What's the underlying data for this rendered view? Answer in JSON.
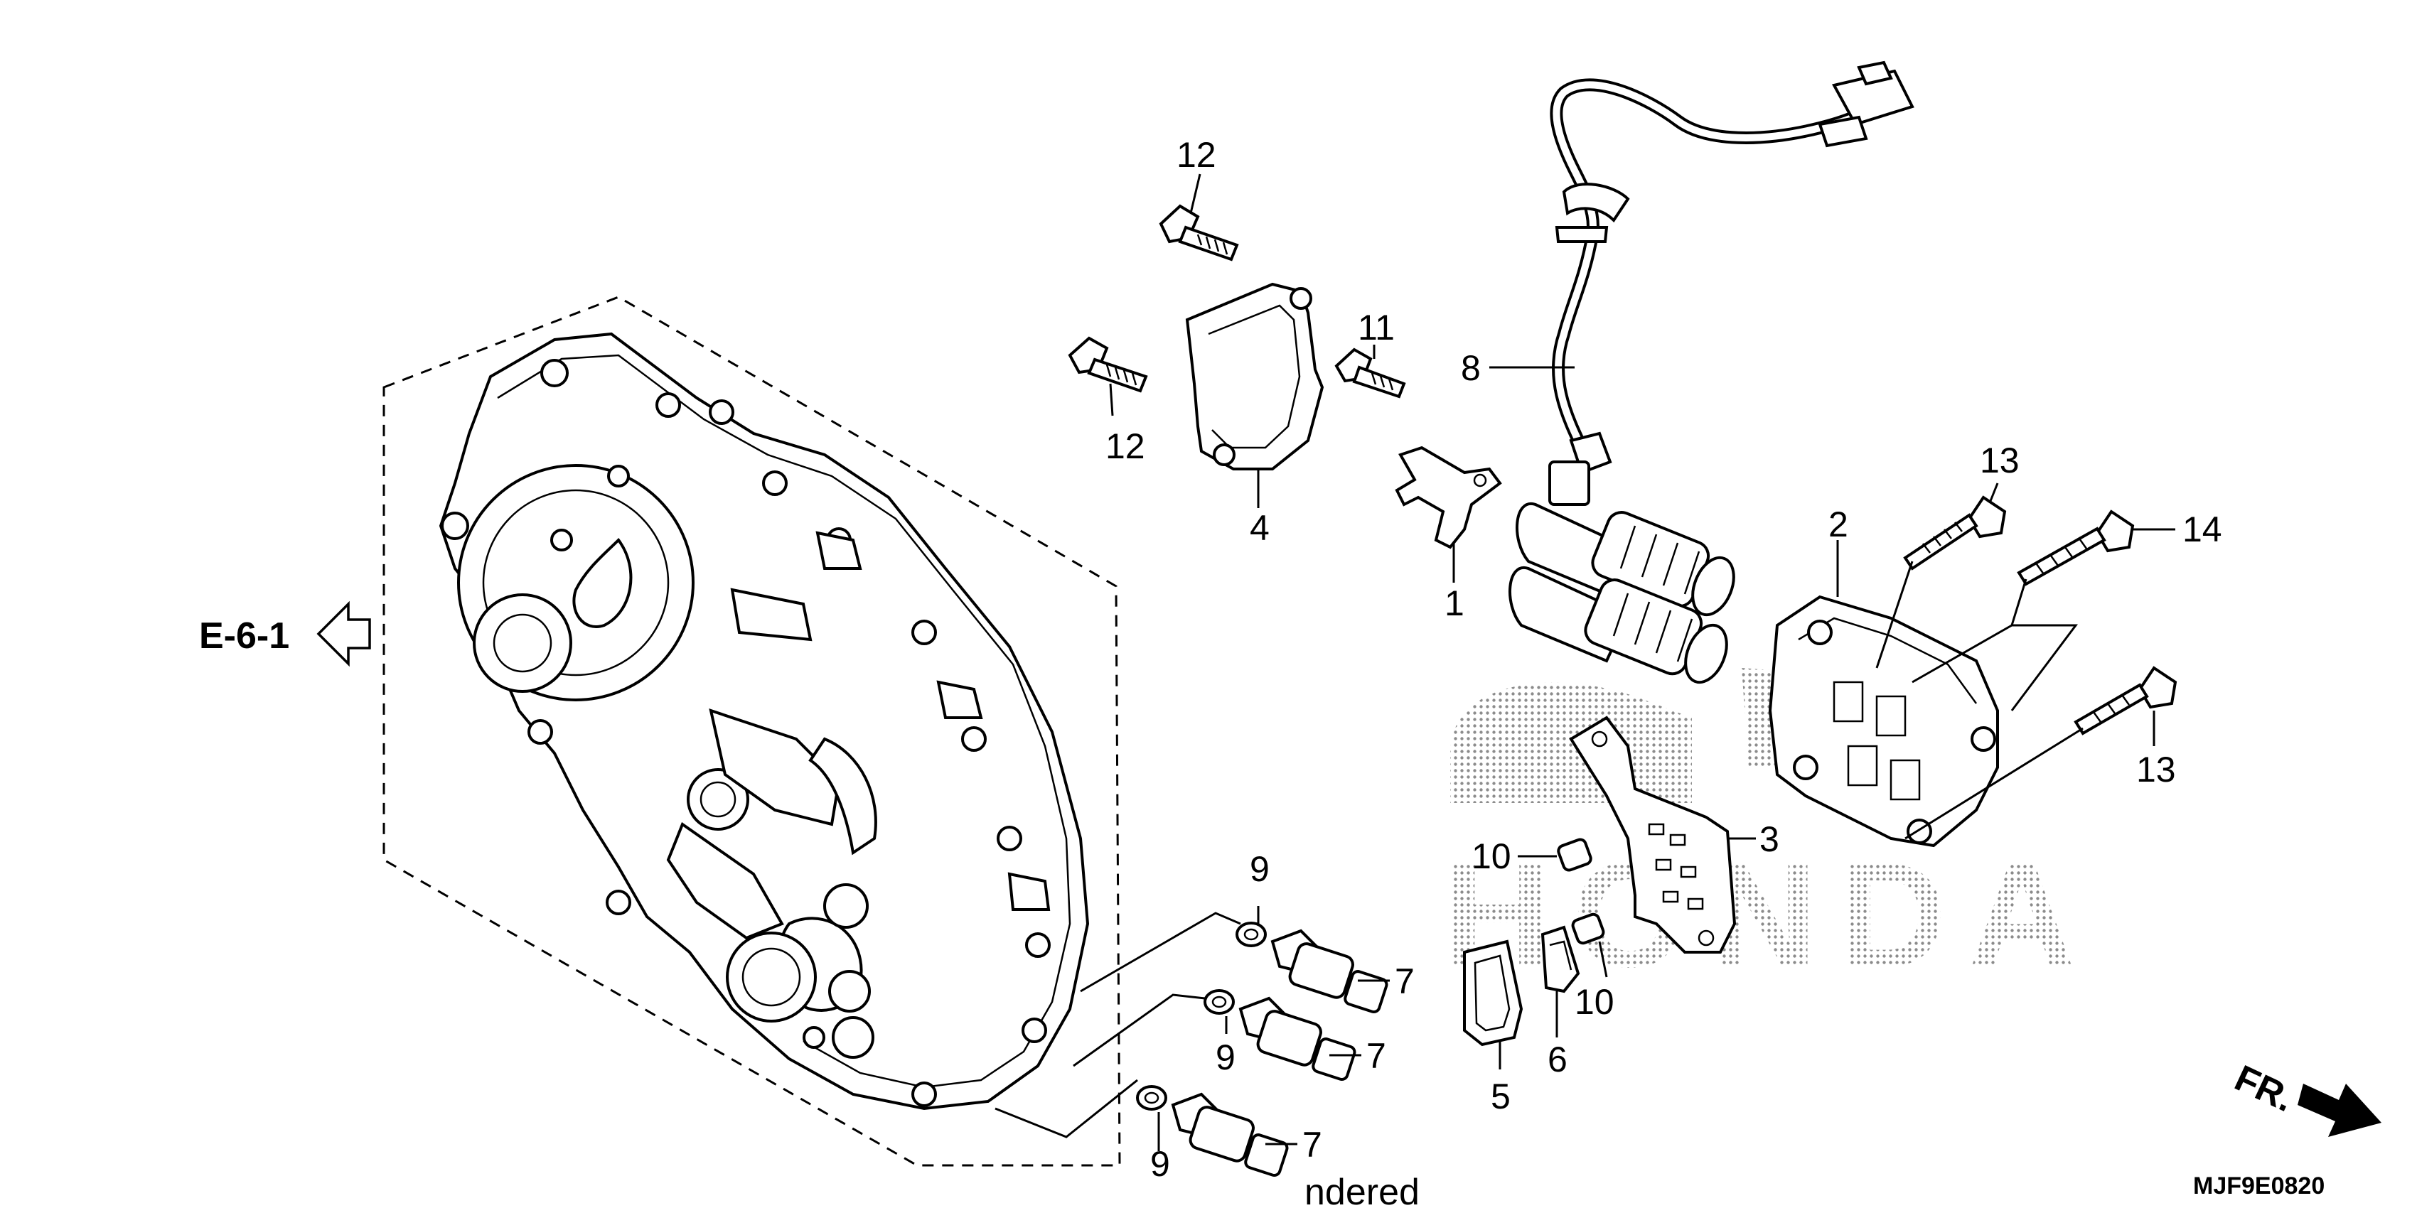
{
  "callouts": {
    "c1": "1",
    "c2": "2",
    "c3": "3",
    "c4": "4",
    "c5": "5",
    "c6": "6",
    "c7a": "7",
    "c7b": "7",
    "c7c": "7",
    "c8": "8",
    "c9a": "9",
    "c9b": "9",
    "c9c": "9",
    "c10a": "10",
    "c10b": "10",
    "c11": "11",
    "c12a": "12",
    "c12b": "12",
    "c13a": "13",
    "c13b": "13",
    "c14": "14"
  },
  "reference": "E-6-1",
  "front_marker": "FR.",
  "diagram_code": "MJF9E0820",
  "cut_text": "ndered",
  "watermark_text": "HONDA"
}
